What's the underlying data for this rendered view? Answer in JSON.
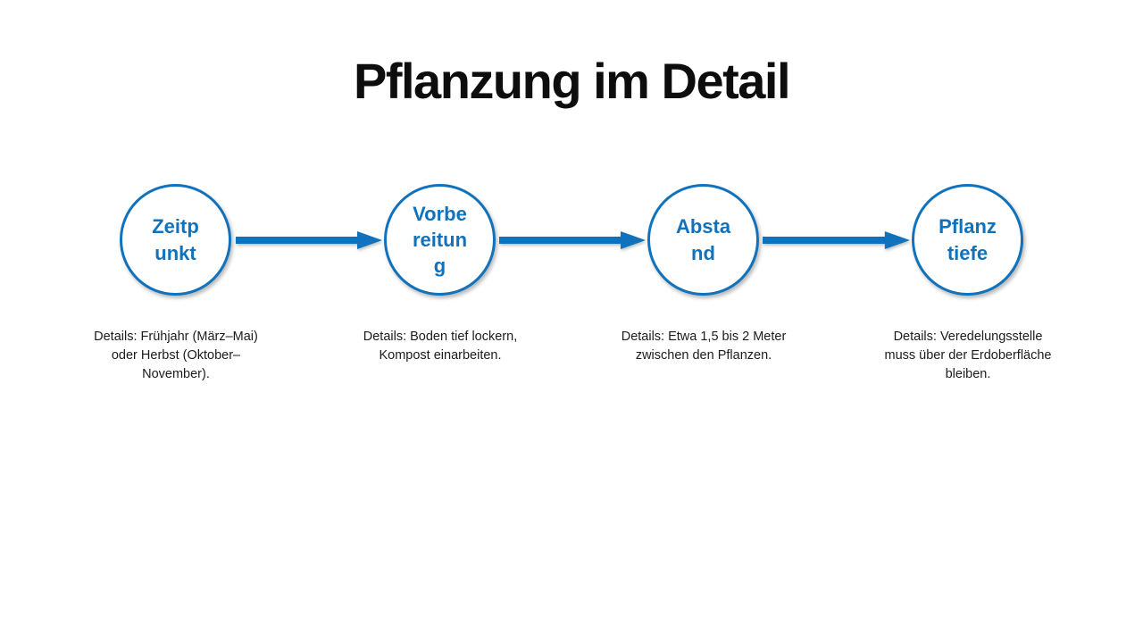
{
  "title": "Pflanzung im Detail",
  "accent_color": "#1072BC",
  "icons": {
    "connector": "right-arrow-icon"
  },
  "steps": [
    {
      "name": "zeitpunkt",
      "label": "Zeitp\nunkt",
      "details": "Details: Frühjahr (März–Mai)\noder Herbst (Oktober–\nNovember)."
    },
    {
      "name": "vorbereitung",
      "label": "Vorbe\nreitun\ng",
      "details": "Details: Boden tief lockern,\nKompost einarbeiten."
    },
    {
      "name": "abstand",
      "label": "Absta\nnd",
      "details": "Details: Etwa 1,5 bis 2 Meter\nzwischen den Pflanzen."
    },
    {
      "name": "pflanztiefe",
      "label": "Pflanz\ntiefe",
      "details": "Details: Veredelungsstelle\nmuss über der Erdoberfläche\nbleiben."
    }
  ]
}
